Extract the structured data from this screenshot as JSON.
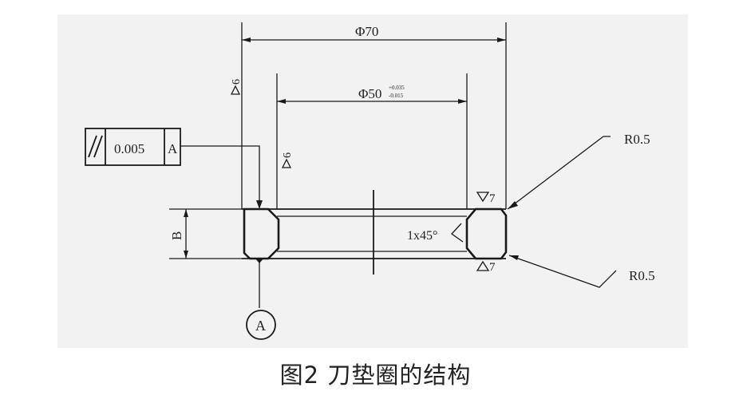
{
  "dimensions": {
    "outer_diameter": "Φ70",
    "inner_diameter": "Φ50",
    "inner_tol_upper": "+0.035",
    "inner_tol_lower": "-0.015",
    "height": "B",
    "chamfer": "1x45°",
    "radius_top": "R0.5",
    "radius_bottom": "R0.5"
  },
  "roughness": {
    "outer_left": "6",
    "inner_left": "6",
    "right_top": "7",
    "right_bottom": "7"
  },
  "tolerance_frame": {
    "symbol": "//",
    "value": "0.005",
    "datum": "A"
  },
  "datum_label": "A",
  "caption": "图2 刀垫圈的结构"
}
